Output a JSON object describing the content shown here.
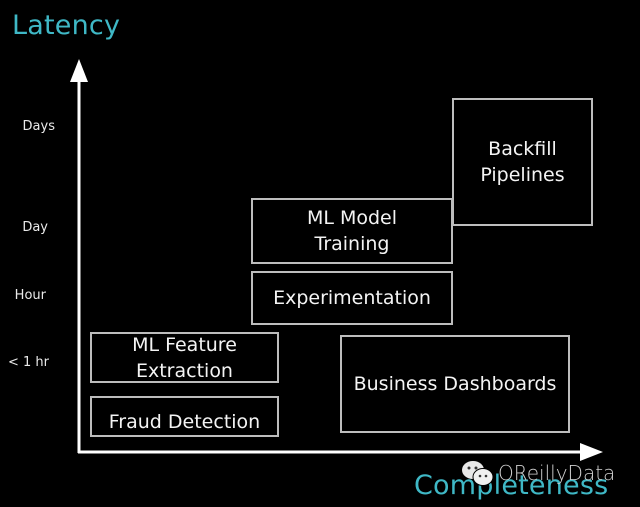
{
  "diagram": {
    "y_axis": {
      "title": "Latency",
      "ticks": [
        "Days",
        "Day",
        "Hour",
        "< 1 hr"
      ]
    },
    "x_axis": {
      "title": "Completeness"
    },
    "boxes": [
      {
        "id": "backfill",
        "lines": [
          "Backfill",
          "Pipelines"
        ]
      },
      {
        "id": "ml-model-training",
        "lines": [
          "ML Model",
          "Training"
        ]
      },
      {
        "id": "experimentation",
        "lines": [
          "Experimentation"
        ]
      },
      {
        "id": "ml-feature-extraction",
        "lines": [
          "ML Feature",
          "Extraction"
        ]
      },
      {
        "id": "fraud-detection",
        "lines": [
          "Fraud Detection"
        ]
      },
      {
        "id": "business-dashboards",
        "lines": [
          "Business Dashboards"
        ]
      }
    ],
    "colors": {
      "axis_title": "#3fb8c6",
      "axis_line": "#ffffff",
      "box_border": "#bdbdbd",
      "background": "#000000"
    }
  },
  "watermark": {
    "icon": "wechat-icon",
    "text": "OReillyData"
  }
}
